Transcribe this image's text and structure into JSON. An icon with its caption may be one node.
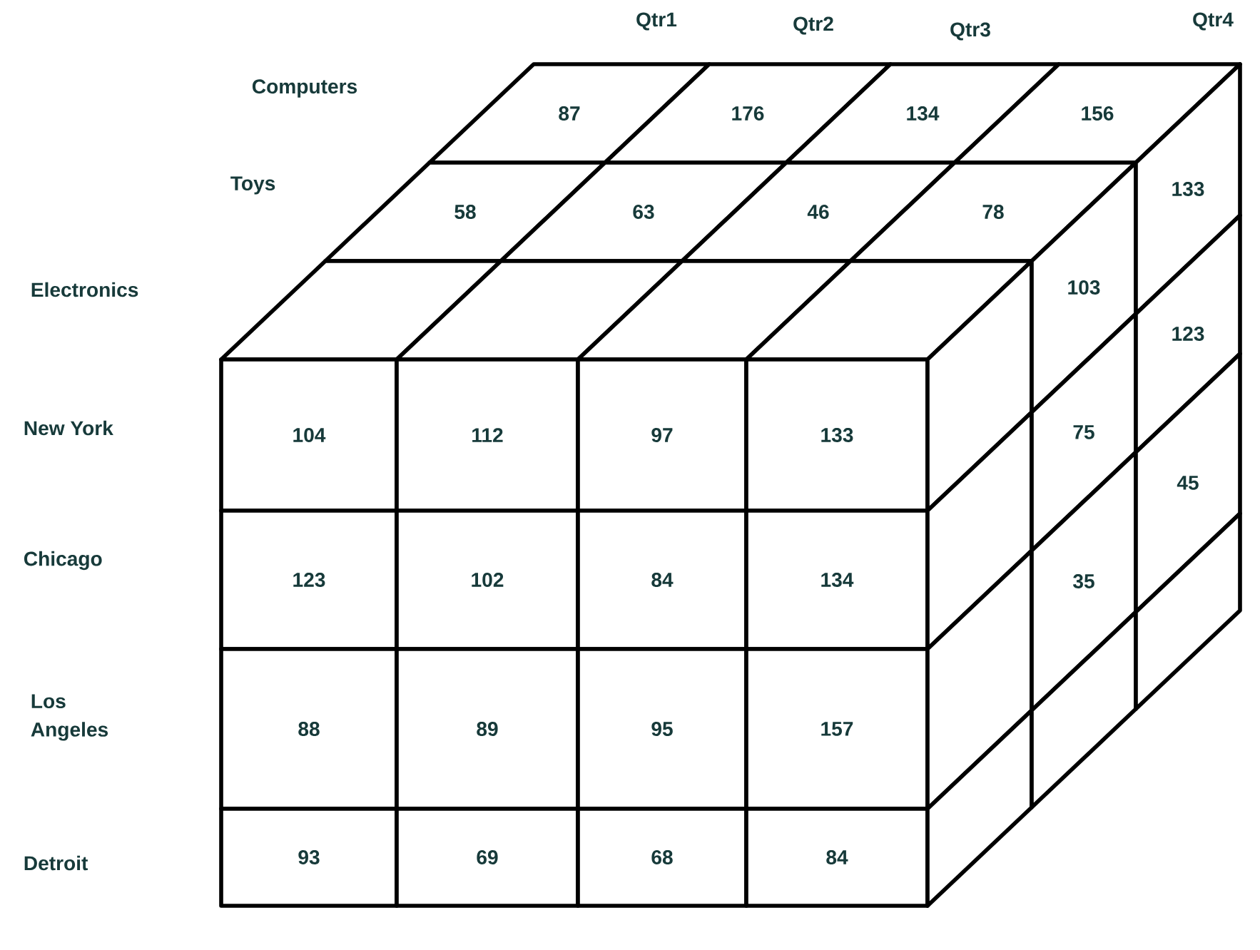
{
  "diagram": {
    "nodes": [
      {
        "text": [
          "87"
        ]
      },
      {
        "text": [
          "176"
        ]
      },
      {
        "text": [
          "134"
        ]
      },
      {
        "text": [
          "156"
        ]
      },
      {
        "text": [
          "58"
        ]
      },
      {
        "text": [
          "63"
        ]
      },
      {
        "text": [
          "46"
        ]
      },
      {
        "text": [
          "78"
        ]
      },
      {
        "text": [],
        "shape": "box"
      },
      {
        "text": [],
        "shape": "box"
      },
      {
        "text": [],
        "shape": "box"
      },
      {
        "text": [],
        "shape": "box"
      },
      {
        "text": [
          "104"
        ]
      },
      {
        "text": [
          "112"
        ]
      },
      {
        "text": [
          "97"
        ]
      },
      {
        "text": [
          "133"
        ]
      },
      {
        "text": [
          "123"
        ]
      },
      {
        "text": [
          "102"
        ]
      },
      {
        "text": [
          "84"
        ]
      },
      {
        "text": [
          "134"
        ]
      },
      {
        "text": [
          "88"
        ]
      },
      {
        "text": [
          "89"
        ]
      },
      {
        "text": [
          "95"
        ]
      },
      {
        "text": [
          "157"
        ]
      },
      {
        "text": [
          "93"
        ]
      },
      {
        "text": [
          "69"
        ]
      },
      {
        "text": [
          "68"
        ]
      },
      {
        "text": [
          "84"
        ]
      },
      {
        "text": [],
        "shape": "box"
      },
      {
        "text": [
          "103"
        ]
      },
      {
        "text": [
          "133"
        ]
      },
      {
        "text": [],
        "shape": "box"
      },
      {
        "text": [
          "75"
        ]
      },
      {
        "text": [
          "123"
        ]
      },
      {
        "text": [],
        "shape": "box"
      },
      {
        "text": [
          "35"
        ]
      },
      {
        "text": [
          "45"
        ]
      },
      {
        "text": [],
        "shape": "box"
      },
      {
        "text": [],
        "shape": "box"
      },
      {
        "text": [],
        "shape": "box"
      }
    ],
    "labels": [
      "Qtr1",
      "Qtr2",
      "Qtr3",
      "Qtr4",
      "Computers",
      "Toys",
      "Electronics",
      "New York",
      "Chicago",
      "Los Angeles",
      "Detroit"
    ]
  }
}
